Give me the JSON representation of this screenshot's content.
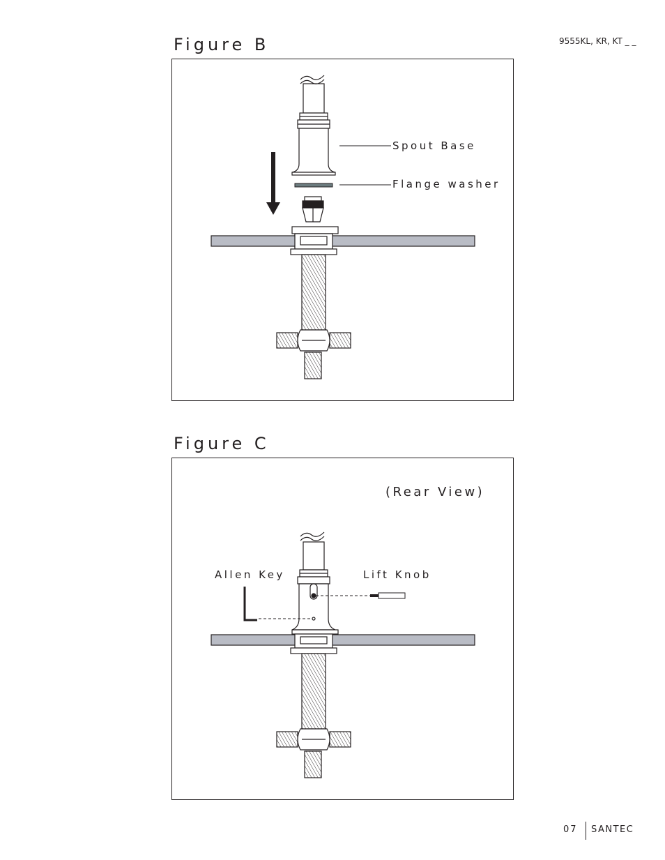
{
  "header": {
    "model": "9555KL, KR, KT _ _"
  },
  "figure_b": {
    "title": "Figure B",
    "labels": {
      "spout_base": "Spout Base",
      "flange_washer": "Flange washer"
    }
  },
  "figure_c": {
    "title": "Figure C",
    "view_note": "(Rear View)",
    "labels": {
      "allen_key": "Allen Key",
      "lift_knob": "Lift Knob"
    }
  },
  "footer": {
    "page": "07",
    "brand": "SANTEC"
  }
}
